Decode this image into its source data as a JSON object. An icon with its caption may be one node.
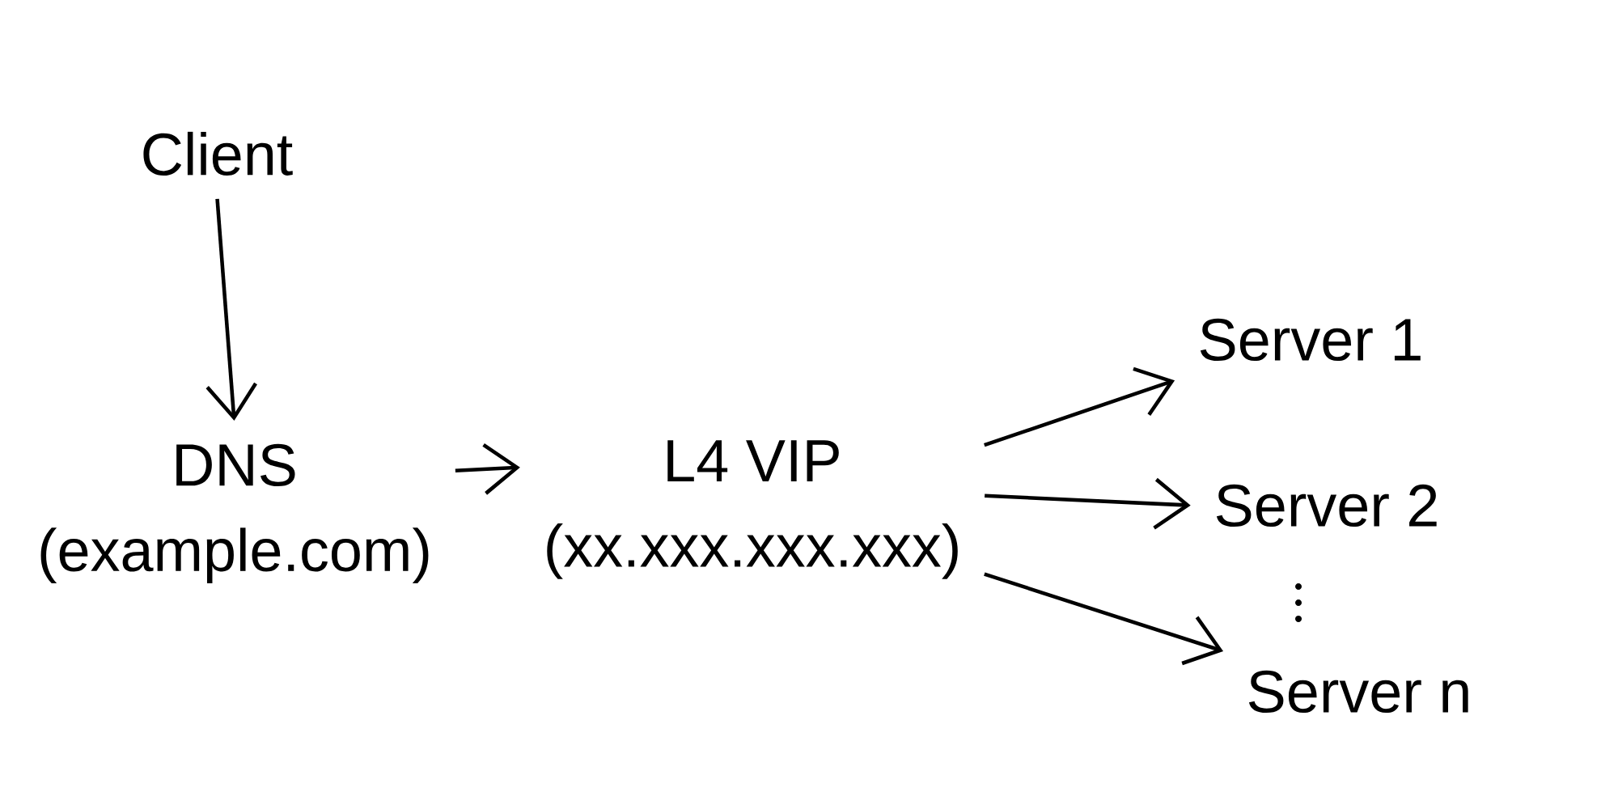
{
  "diagram": {
    "nodes": [
      {
        "text": [
          "Client"
        ]
      },
      {
        "text": [
          "DNS",
          "(example.com)"
        ]
      },
      {
        "text": [
          "L4 VIP",
          "(xx.xxx.xxx.xxx)"
        ]
      },
      {
        "text": [
          "Server 1"
        ]
      },
      {
        "text": [
          "Server 2"
        ]
      },
      {
        "text": [
          "Server n"
        ]
      }
    ],
    "edges": [
      {
        "from": 0,
        "to": 1,
        "arrow": "to"
      },
      {
        "from": 1,
        "to": 2,
        "arrow": "to"
      },
      {
        "from": 2,
        "to": 3,
        "arrow": "to"
      },
      {
        "from": 2,
        "to": 4,
        "arrow": "to"
      },
      {
        "from": 2,
        "to": 5,
        "arrow": "to"
      }
    ]
  }
}
